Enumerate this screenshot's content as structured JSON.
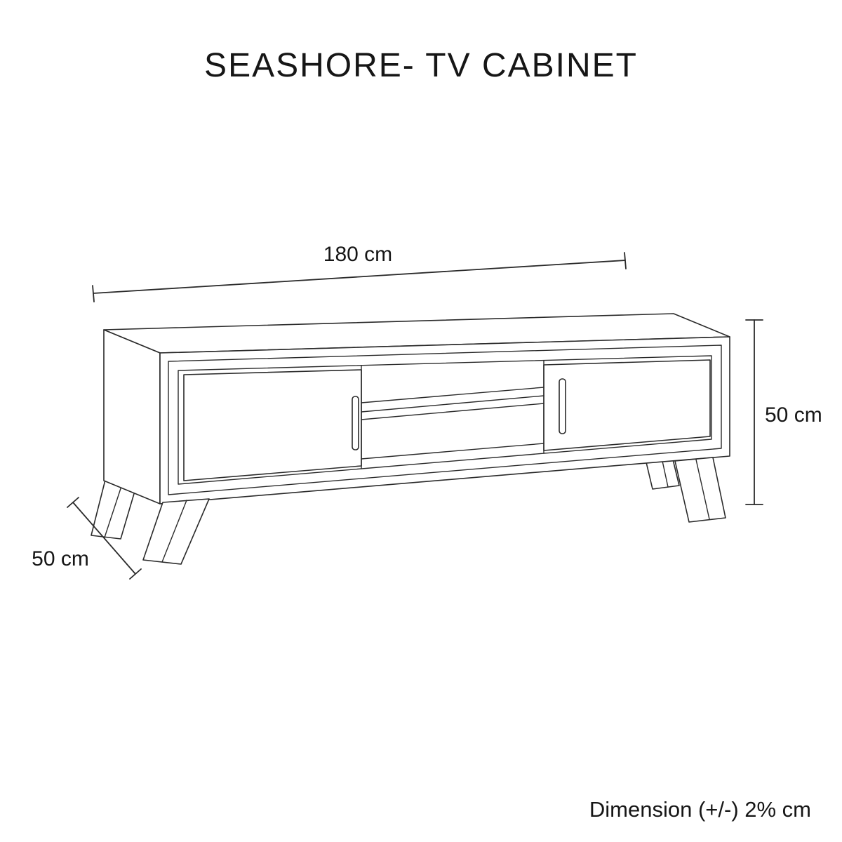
{
  "title": "SEASHORE- TV CABINET",
  "diagram": {
    "subject": "Line drawing of Seashore TV cabinet, three-quarter view with two doors, centre open shelf and splayed legs",
    "line_color": "#2a2a2a",
    "background_color": "#ffffff"
  },
  "dimensions": {
    "width_label": "180 cm",
    "height_label": "50 cm",
    "depth_label": "50 cm",
    "tolerance_note": "Dimension (+/-) 2% cm"
  }
}
